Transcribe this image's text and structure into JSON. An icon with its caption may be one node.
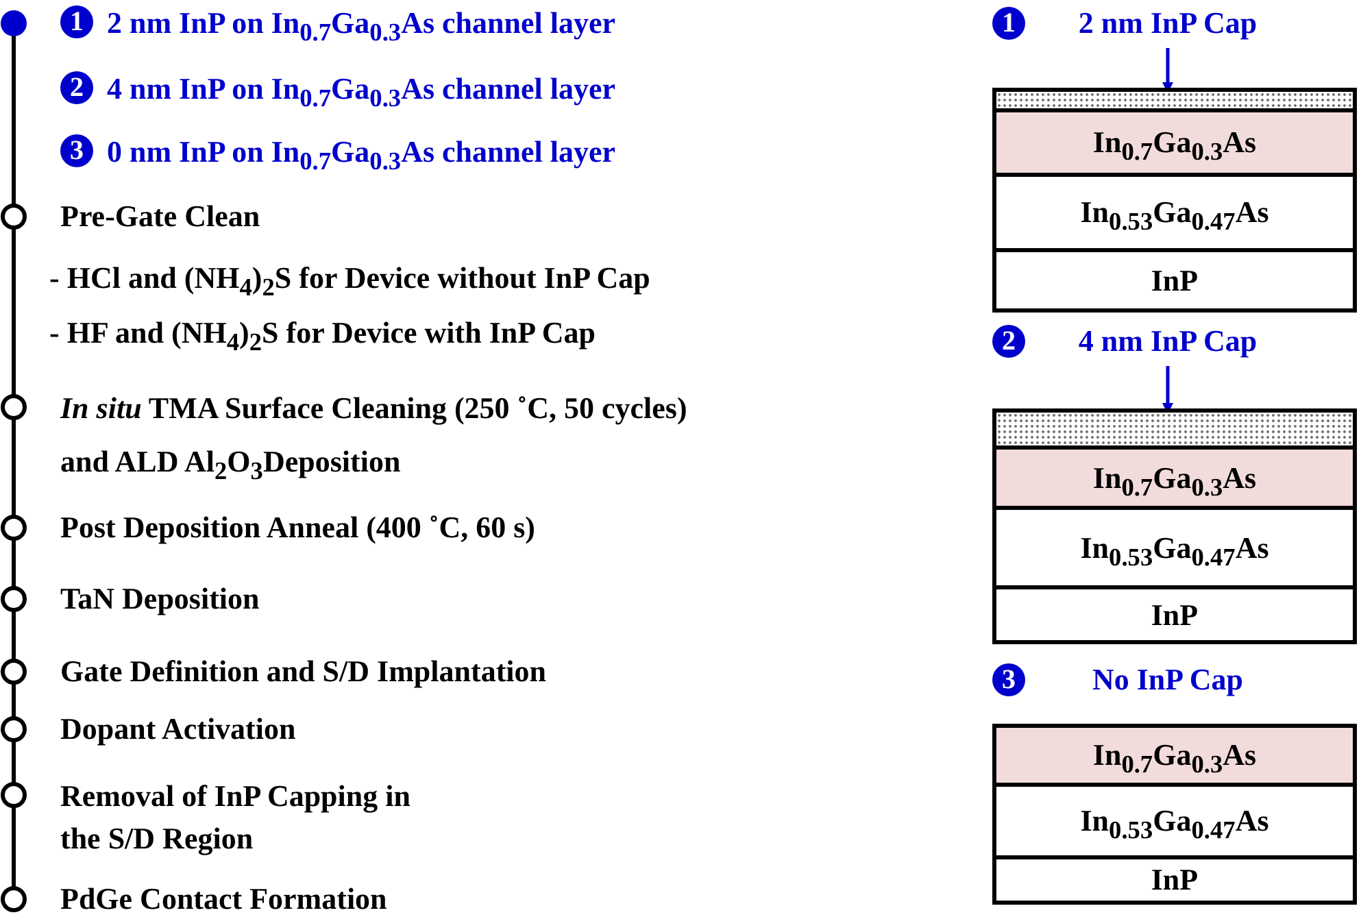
{
  "diagram": {
    "nodes": [
      {
        "text": [
          "1",
          "2 nm InP on In$_{0.7}$Ga$_{0.3}$As channel layer"
        ]
      },
      {
        "text": [
          "2",
          "4 nm InP on In$_{0.7}$Ga$_{0.3}$As channel layer"
        ]
      },
      {
        "text": [
          "3",
          "0 nm InP on In$_{0.7}$Ga$_{0.3}$As channel layer"
        ]
      },
      {
        "text": [
          "Pre-Gate Clean",
          "- HCl and (NH$_{4}$)$_{2}$S for Device without InP Cap",
          "- HF and (NH$_{4}$)$_{2}$S for Device with InP Cap"
        ]
      },
      {
        "text": [
          "*In situ* TMA Surface Cleaning (250 ˚C, 50 cycles) and ALD Al$_{2}$O$_{3}$Deposition"
        ]
      },
      {
        "text": [
          "Post Deposition Anneal (400 ˚C, 60 s)"
        ]
      },
      {
        "text": [
          "TaN Deposition"
        ]
      },
      {
        "text": [
          "Gate Definition and S/D Implantation"
        ]
      },
      {
        "text": [
          "Dopant Activation"
        ]
      },
      {
        "text": [
          "Removal of InP Capping in the S/D Region"
        ]
      },
      {
        "text": [
          "PdGe Contact Formation"
        ]
      },
      {
        "text": [
          "1",
          "2 nm InP Cap"
        ]
      },
      {
        "text": [],
        "shape": "box"
      },
      {
        "text": [],
        "shape": "bar",
        "in": 12
      },
      {
        "text": [
          "In$_{0.7}$Ga$_{0.3}$As"
        ],
        "in": 12
      },
      {
        "text": [
          "In$_{0.53}$Ga$_{0.47}$As"
        ],
        "in": 12
      },
      {
        "text": [
          "InP"
        ],
        "in": 12
      },
      {
        "text": [
          "2",
          "4 nm InP Cap"
        ]
      },
      {
        "text": [],
        "shape": "box"
      },
      {
        "text": [],
        "shape": "bar",
        "in": 18
      },
      {
        "text": [
          "In$_{0.7}$Ga$_{0.3}$As"
        ],
        "in": 18
      },
      {
        "text": [
          "In$_{0.53}$Ga$_{0.47}$As"
        ],
        "in": 18
      },
      {
        "text": [
          "InP"
        ],
        "in": 18
      },
      {
        "text": [
          "3",
          "No InP Cap"
        ]
      },
      {
        "text": [],
        "shape": "box"
      },
      {
        "text": [
          "In$_{0.7}$Ga$_{0.3}$As"
        ],
        "in": 24
      },
      {
        "text": [
          "In$_{0.53}$Ga$_{0.47}$As"
        ],
        "in": 24
      },
      {
        "text": [
          "InP"
        ],
        "in": 24
      }
    ],
    "edges": [
      {
        "from": 0,
        "to": 3,
        "arrow": "none"
      },
      {
        "from": 3,
        "to": 4,
        "arrow": "none"
      },
      {
        "from": 4,
        "to": 5,
        "arrow": "none"
      },
      {
        "from": 5,
        "to": 6,
        "arrow": "none"
      },
      {
        "from": 6,
        "to": 7,
        "arrow": "none"
      },
      {
        "from": 7,
        "to": 8,
        "arrow": "none"
      },
      {
        "from": 8,
        "to": 9,
        "arrow": "none"
      },
      {
        "from": 9,
        "to": 10,
        "arrow": "none"
      },
      {
        "from": 11,
        "to": 13,
        "arrow": "to",
        "color": "#0000cc"
      },
      {
        "from": 17,
        "to": 19,
        "arrow": "to",
        "color": "#0000cc"
      }
    ]
  }
}
